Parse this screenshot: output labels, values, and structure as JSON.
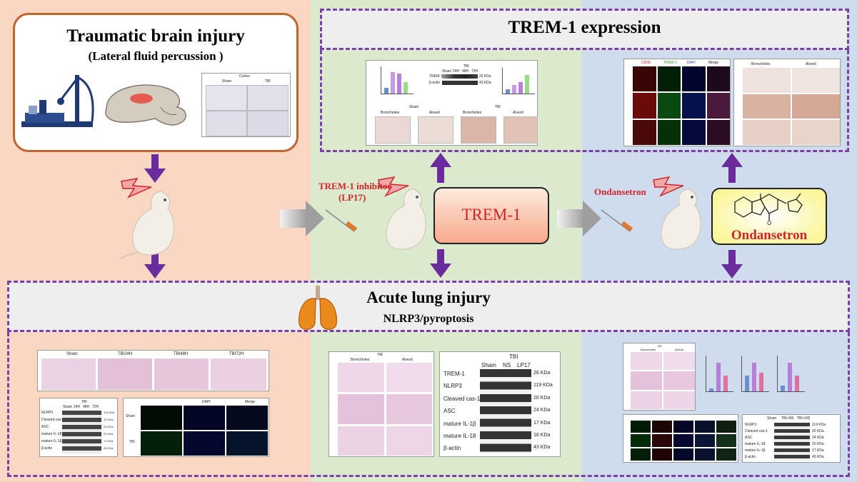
{
  "tbi_box": {
    "title": "Traumatic brain injury",
    "subtitle": "(Lateral fluid percussion )"
  },
  "trem_band": {
    "title": "TREM-1 expression"
  },
  "ali_band": {
    "title": "Acute lung injury",
    "subtitle": "NLRP3/pyroptosis"
  },
  "center_box": {
    "label": "TREM-1"
  },
  "inhibitor": {
    "label": "TREM-1 inhibitor",
    "sublabel": "(LP17)"
  },
  "ondansetron": {
    "label": "Ondansetron",
    "box_label": "Ondansetron",
    "structure_atom": "O"
  },
  "tbi_cortex_panel": {
    "title": "Cortex",
    "cols": [
      "Sham",
      "TBI"
    ]
  },
  "trem_panel_1": {
    "tbi": "TBI",
    "lanes": [
      "Sham",
      "24H",
      "48H",
      "72H"
    ],
    "bands": [
      "TREM-1",
      "β-actin"
    ],
    "sizes": [
      "26 KDa",
      "43 KDa"
    ],
    "ihc_groups": [
      "Sham",
      "TBI"
    ],
    "ihc_regions": [
      "Bronchioles",
      "Alveoli",
      "Bronchioles",
      "Alveoli"
    ]
  },
  "trem_panel_2": {
    "channels": [
      "CD68",
      "TREM-1",
      "DAPI",
      "Merge"
    ]
  },
  "trem_panel_3": {
    "regions": [
      "Bronchioles",
      "Alveoli"
    ]
  },
  "ali_panel_he": {
    "groups": [
      "Sham",
      "TBI24H",
      "TBI48H",
      "TBI72H"
    ]
  },
  "ali_panel_wb_left": {
    "tbi": "TBI",
    "lanes": [
      "Sham",
      "24H",
      "48H",
      "72H"
    ],
    "bands": [
      "NLRP3",
      "Cleaved cas-1",
      "ASC",
      "mature IL-18",
      "mature IL-1β",
      "β-actin"
    ],
    "sizes": [
      "119 KDa",
      "20 KDa",
      "24 KDa",
      "22 KDa",
      "17 KDa",
      "43 KDa"
    ]
  },
  "ali_panel_if_left": {
    "channels": [
      "DAPI",
      "Merge"
    ],
    "rows": [
      "Sham",
      "TBI"
    ]
  },
  "ali_panel_he_mid": {
    "title": "HE",
    "regions": [
      "Bronchioles",
      "Alveoli"
    ]
  },
  "ali_panel_wb_mid": {
    "tbi": "TBI",
    "lanes": [
      "Sham",
      "NS",
      "LP17"
    ],
    "bands": [
      "TREM-1",
      "NLRP3",
      "Cleaved cas-1",
      "ASC",
      "mature IL-1β",
      "mature IL-18",
      "β-actin"
    ],
    "sizes": [
      "26 KDa",
      "119 KDa",
      "20 KDa",
      "24 KDa",
      "17 KDa",
      "18 KDa",
      "43 KDa"
    ]
  },
  "ali_panel_he_right": {
    "title": "HE",
    "regions": [
      "Bronchioles",
      "Alveoli"
    ]
  },
  "ali_panel_wb_right": {
    "lanes": [
      "Sham",
      "TBI+NS",
      "TBI+OD"
    ],
    "bands": [
      "NLRP3",
      "Cleaved cas-1",
      "ASC",
      "mature IL-18",
      "mature IL-1β",
      "β-actin"
    ],
    "sizes": [
      "119 KDa",
      "20 KDa",
      "24 KDa",
      "22 KDa",
      "17 KDa",
      "43 KDa"
    ]
  },
  "colors": {
    "purple": "#7a3fa8",
    "arrow": "#6a2c9c",
    "red_text": "#d2232a",
    "left_bg": "#f9d7c3",
    "mid_bg": "#dbeacd",
    "right_bg": "#cfdcee",
    "tbi_border": "#c0652b"
  },
  "icons": [
    "lfp-device-icon",
    "brain-icon",
    "rat-icon",
    "lightning-icon",
    "syringe-icon",
    "lung-icon",
    "arrow-down-icon",
    "arrow-up-icon",
    "arrow-right-icon"
  ]
}
